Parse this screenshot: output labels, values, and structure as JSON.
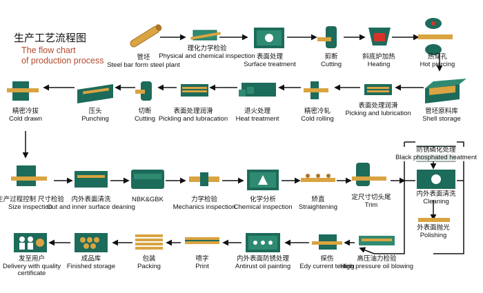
{
  "title": {
    "cn": "生产工艺流程图",
    "en_line1": "The flow chart",
    "en_line2": "of production process"
  },
  "steps": [
    {
      "id": "s1",
      "cn": "管坯",
      "en": "Steel bar form steel plant"
    },
    {
      "id": "s2",
      "cn": "理化力学检验",
      "en": "Physical and chemical inspection"
    },
    {
      "id": "s3",
      "cn": "表面处理",
      "en": "Surface treatment"
    },
    {
      "id": "s4",
      "cn": "剪断",
      "en": "Cutting"
    },
    {
      "id": "s5",
      "cn": "斜底炉加热",
      "en": "Heating"
    },
    {
      "id": "s6",
      "cn": "热穿孔",
      "en": "Hot piercing"
    },
    {
      "id": "s7",
      "cn": "管坯原料库",
      "en": "Shell storage"
    },
    {
      "id": "s8",
      "cn": "表面处理润滑",
      "en": "Picking and lubrication"
    },
    {
      "id": "s9",
      "cn": "精密冷轧",
      "en": "Cold rolling"
    },
    {
      "id": "s10",
      "cn": "退火处理",
      "en": "Heat treatment"
    },
    {
      "id": "s11",
      "cn": "表面处理润滑",
      "en": "Pickling and lubracation"
    },
    {
      "id": "s12",
      "cn": "切断",
      "en": "Cutting"
    },
    {
      "id": "s13",
      "cn": "压头",
      "en": "Punching"
    },
    {
      "id": "s14",
      "cn": "精密冷拔",
      "en": "Cold drawn"
    },
    {
      "id": "s15",
      "cn": "生产过程控制 尺寸检验",
      "en": "Size inspection"
    },
    {
      "id": "s16",
      "cn": "内外表面清洗",
      "en": "Out and inner surface deaning"
    },
    {
      "id": "s17",
      "cn": "",
      "en": "NBK&GBK"
    },
    {
      "id": "s18",
      "cn": "力学检验",
      "en": "Mechanics inspection"
    },
    {
      "id": "s19",
      "cn": "化学分析",
      "en": "Chemical inspection"
    },
    {
      "id": "s20",
      "cn": "矫直",
      "en": "Straightening"
    },
    {
      "id": "s21",
      "cn": "定尺寸切头尾",
      "en": "Trim"
    },
    {
      "id": "s22",
      "cn": "防锈磷化处理",
      "en": "Black phosphated heatment"
    },
    {
      "id": "s23",
      "cn": "内外表面清洗",
      "en": "Cleaning"
    },
    {
      "id": "s24",
      "cn": "外表面抛光",
      "en": "Polishing"
    },
    {
      "id": "s25",
      "cn": "高压油力检验",
      "en": "High pressure oil blowing"
    },
    {
      "id": "s26",
      "cn": "探伤",
      "en": "Edy current testing"
    },
    {
      "id": "s27",
      "cn": "内外表面防锈处理",
      "en": "Antirust oil painting"
    },
    {
      "id": "s28",
      "cn": "喷字",
      "en": "Print"
    },
    {
      "id": "s29",
      "cn": "包装",
      "en": "Packing"
    },
    {
      "id": "s30",
      "cn": "成品库",
      "en": "Finished storage"
    },
    {
      "id": "s31",
      "cn": "发至用户",
      "en": "Delivery with quality certificate"
    }
  ],
  "colors": {
    "green": "#1d6b5a",
    "green_light": "#2f8a72",
    "green_pale": "#d9ece4",
    "gold": "#d9a441",
    "gold_dark": "#a8752a",
    "arrow": "#111111"
  }
}
